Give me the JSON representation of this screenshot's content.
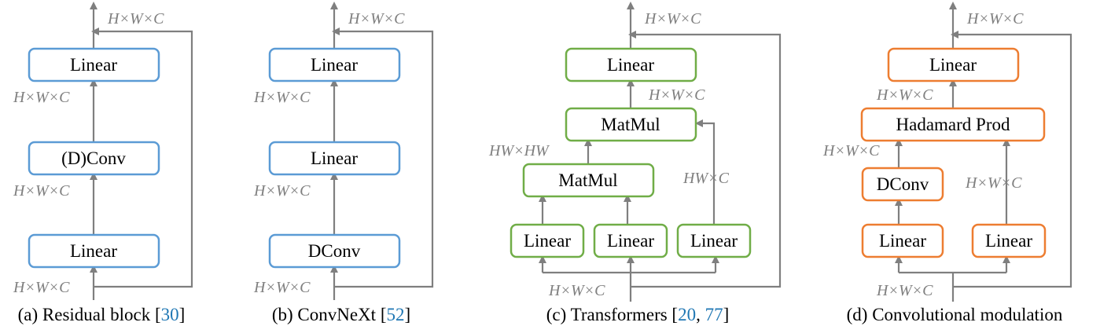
{
  "colors": {
    "blue": "#5b9bd5",
    "green": "#70ad47",
    "orange": "#ed7d31",
    "arrow_gray": "#7f7f7f",
    "citation": "#1f77b4"
  },
  "dim": {
    "hwc": "H×W×C",
    "hwhw": "HW×HW",
    "hw_c": "HW×C"
  },
  "panels": {
    "a": {
      "nodes": [
        "Linear",
        "(D)Conv",
        "Linear"
      ],
      "caption_prefix": "(a) Residual block [",
      "caption_refs": [
        "30"
      ],
      "caption_suffix": "]"
    },
    "b": {
      "nodes": [
        "Linear",
        "Linear",
        "DConv"
      ],
      "caption_prefix": "(b) ConvNeXt [",
      "caption_refs": [
        "52"
      ],
      "caption_suffix": "]"
    },
    "c": {
      "nodes": [
        "Linear",
        "MatMul",
        "MatMul",
        "Linear",
        "Linear",
        "Linear"
      ],
      "caption_prefix": "(c) Transformers [",
      "caption_refs": [
        "20",
        "77"
      ],
      "caption_suffix": "]"
    },
    "d": {
      "nodes": [
        "Linear",
        "Hadamard Prod",
        "DConv",
        "Linear",
        "Linear"
      ],
      "caption": "(d) Convolutional modulation"
    }
  }
}
